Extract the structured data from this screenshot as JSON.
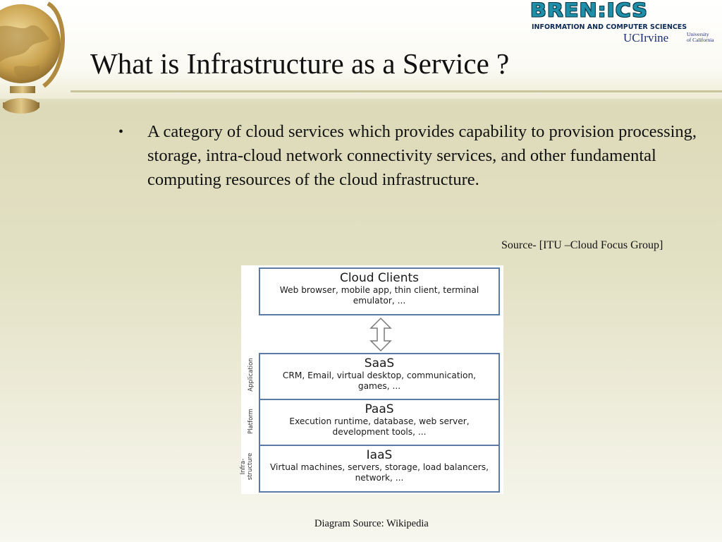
{
  "slide": {
    "title": "What is Infrastructure as a Service ?",
    "bullets": [
      {
        "text": "A category of cloud services which provides capability to provision processing, storage, intra-cloud network connectivity services, and other fundamental computing resources of the cloud infrastructure."
      }
    ],
    "bullet_glyph": "•",
    "source": "Source- [ITU –Cloud Focus Group]",
    "diagram_source": "Diagram Source: Wikipedia"
  },
  "logo": {
    "wordmark": "BREN:ICS",
    "subtitle": "INFORMATION AND COMPUTER SCIENCES",
    "uci": "UCIrvine",
    "uc_line1": "University",
    "uc_line2": "of California",
    "color_primary": "#1e8fa8",
    "color_outline": "#0b3a4a"
  },
  "diagram": {
    "clients": {
      "title": "Cloud Clients",
      "desc": "Web browser, mobile app, thin client, terminal emulator, ..."
    },
    "layers": [
      {
        "title": "SaaS",
        "desc": "CRM, Email, virtual desktop, communication, games, ...",
        "side_label": "Application"
      },
      {
        "title": "PaaS",
        "desc": "Execution runtime, database, web server, development tools, ...",
        "side_label": "Platform"
      },
      {
        "title": "IaaS",
        "desc": "Virtual machines, servers, storage, load balancers, network, ...",
        "side_label_1": "Infra-",
        "side_label_2": "structure"
      }
    ],
    "box_border_color": "#5b7ba6"
  },
  "icons": {
    "globe": "globe-icon",
    "arrow": "double-arrow-icon"
  }
}
